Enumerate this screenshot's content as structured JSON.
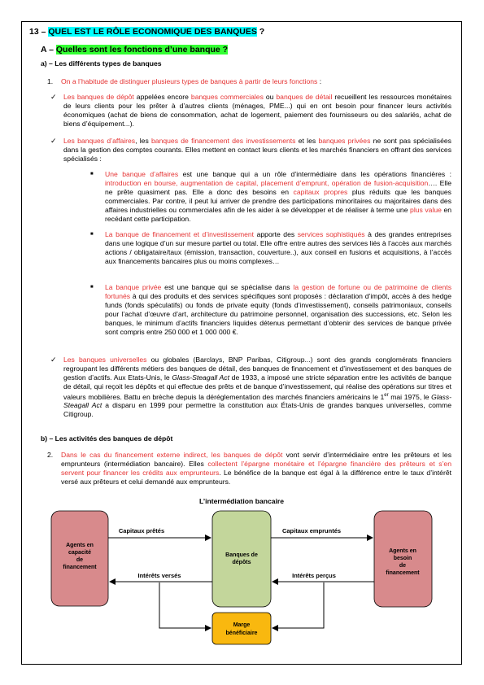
{
  "header": {
    "number": "13 – ",
    "title": "QUEL EST LE RÔLE ECONOMIQUE DES BANQUES",
    "suffix": " ?"
  },
  "section_a": {
    "prefix": "A – ",
    "title": "Quelles sont les fonctions d’une banque ?"
  },
  "sub_a": {
    "title": "a) – Les différents types de banques"
  },
  "item1": {
    "num": "1.",
    "text": "On a l’habitude de distinguer plusieurs types de banques à partir de leurs fonctions",
    "after": " :"
  },
  "bullet1": {
    "t1": "Les banques de dépôt",
    "t2": " appelées encore ",
    "t3": "banques commerciales",
    "t4": " ou ",
    "t5": "banques de détail",
    "t6": " recueillent les ressources monétaires de leurs clients pour les prêter à d’autres clients (ménages, PME...) qui en ont besoin pour financer leurs activités économiques (achat de biens de consommation, achat de logement, paiement des fournisseurs ou des salariés, achat de biens d’équipement...)."
  },
  "bullet2": {
    "t1": "Les banques d’affaires",
    "t2": ", les ",
    "t3": "banques de financement des investissements",
    "t4": " et les ",
    "t5": "banques privées",
    "t6": " ne sont pas spécialisées dans la gestion des comptes courants. Elles mettent en contact leurs clients et les marchés financiers en offrant des services spécialisés :"
  },
  "sub1": {
    "t1": "Une banque d’affaires",
    "t2": " est une banque qui a un rôle d’intermédiaire dans les opérations financières : ",
    "t3": "introduction en bourse, augmentation de capital, placement d’emprunt, opération de fusion-acquisition",
    "t4": "…. Elle ne prête quasiment pas. Elle a donc des besoins en ",
    "t5": "capitaux propres",
    "t6": " plus réduits que les banques commerciales. Par contre, il peut lui arriver de prendre des participations minoritaires ou majoritaires dans des affaires industrielles ou commerciales afin de les aider à se développer et de réaliser à terme une ",
    "t7": "plus value",
    "t8": " en recédant cette participation."
  },
  "sub2": {
    "t1": "La banque de financement et d’investissement",
    "t2": " apporte des ",
    "t3": "services sophistiqués",
    "t4": " à des grandes entreprises dans une logique d’un sur mesure partiel ou total. Elle offre entre autres des services liés à l’accès aux marchés actions / obligataire/taux (émission, transaction, couverture..), aux conseil en fusions et acquisitions, à l’accès aux financements bancaires plus ou moins complexes…"
  },
  "sub3": {
    "t1": "La banque privée",
    "t2": " est une banque qui se spécialise dans ",
    "t3": "la gestion de fortune ou de patrimoine de clients fortunés",
    "t4": " à qui des produits et des services spécifiques sont proposés : déclaration d’impôt, accès à des hedge funds (fonds spéculatifs) ou fonds de private equity (fonds d’investissement), conseils patrimoniaux, conseils pour l’achat d’œuvre d’art, architecture du patrimoine personnel, organisation des successions, etc. Selon les banques, le minimum d’actifs financiers liquides détenus permettant d’obtenir des services de banque privée sont compris entre 250 000 et 1 000 000 €."
  },
  "bullet3": {
    "t1": "Les banques universelles",
    "t2": " ou globales (Barclays, BNP Paribas, Citigroup...) sont des grands conglomérats financiers regroupant les différents métiers des banques de détail, des banques de financement et d’investissement et des banques de gestion d’actifs. Aux Etats-Unis, le ",
    "t3": "Glass-Steagall Act",
    "t4": " de 1933, a imposé une stricte séparation entre les activités de banque de détail, qui reçoit les dépôts et qui effectue des prêts et de banque d’investissement, qui réalise des opérations sur titres et valeurs mobilières. Battu en brèche depuis la déréglementation des marchés financiers américains le 1",
    "t5": "er",
    "t6": " mai 1975, le ",
    "t7": "Glass-Steagall Act",
    "t8": " a disparu en 1999 pour permettre la constitution aux États-Unis de grandes banques universelles, comme Citigroup."
  },
  "sub_b": {
    "title": "b) – Les activités des banques de dépôt"
  },
  "item2": {
    "num": "2.",
    "t1": "Dans le cas du financement externe indirect, les banques de dépôt",
    "t2": " vont servir d’intermédiaire entre les prêteurs et les emprunteurs (intermédiation bancaire). Elles ",
    "t3": "collectent l’épargne monétaire et l’épargne financière des prêteurs et s’en servent pour financer les crédits aux emprunteurs",
    "t4": ". Le bénéfice de la banque est égal à la différence entre le taux d’intérêt versé aux prêteurs et celui demandé aux emprunteurs."
  },
  "diagram": {
    "title": "L’intermédiation bancaire",
    "left_box": [
      "Agents en",
      "capacité",
      "de",
      "financement"
    ],
    "center_box": [
      "Banques de",
      "dépôts"
    ],
    "right_box": [
      "Agents en",
      "besoin",
      "de",
      "financement"
    ],
    "bottom_box": [
      "Marge",
      "bénéficiaire"
    ],
    "arrow_tl": "Capitaux prêtés",
    "arrow_tr": "Capitaux empruntés",
    "arrow_bl": "Intérêts versés",
    "arrow_br": "Intérêts perçus",
    "colors": {
      "agents": "#d88a8c",
      "banks": "#c3d69b",
      "margin": "#f9b80f"
    }
  }
}
